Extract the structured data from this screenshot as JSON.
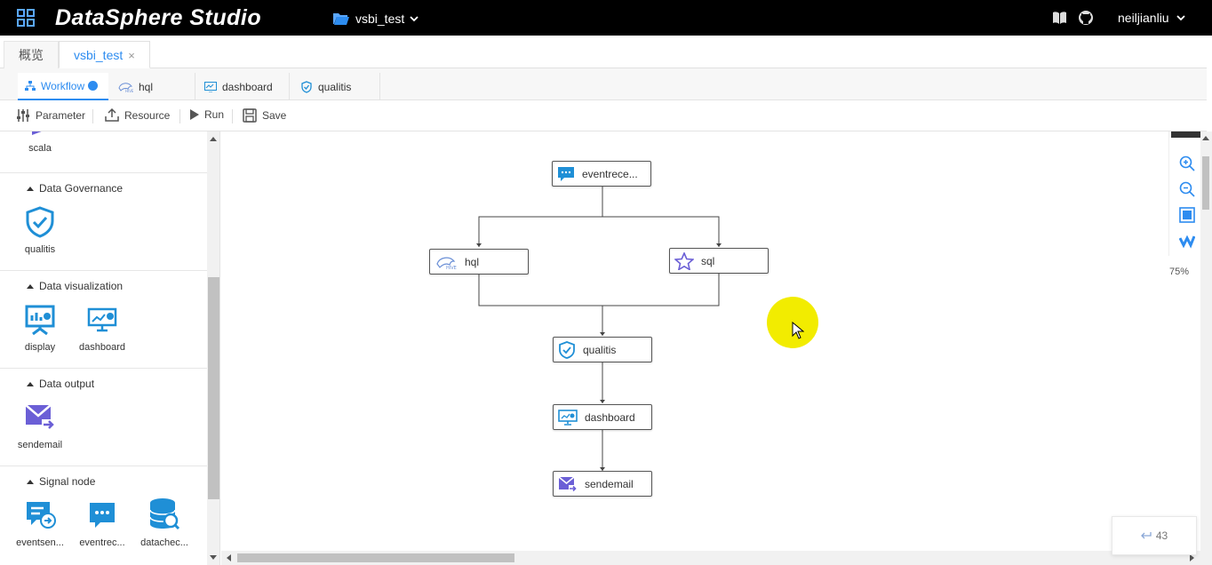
{
  "header": {
    "brand": "DataSphere Studio",
    "project": "vsbi_test",
    "user": "neiljianliu"
  },
  "project_tabs": [
    {
      "label": "概览"
    },
    {
      "label": "vsbi_test",
      "close": "×"
    }
  ],
  "node_tabs": [
    {
      "label": "Workflow",
      "icon": "workflow-icon",
      "active": true
    },
    {
      "label": "hql",
      "icon": "hive-icon"
    },
    {
      "label": "dashboard",
      "icon": "dashboard-icon"
    },
    {
      "label": "qualitis",
      "icon": "shield-check-icon"
    }
  ],
  "toolbar": {
    "parameter": "Parameter",
    "resource": "Resource",
    "run": "Run",
    "save": "Save"
  },
  "sidebar": {
    "top_item": "scala",
    "sections": [
      {
        "title": "Data Governance",
        "items": [
          "qualitis"
        ]
      },
      {
        "title": "Data visualization",
        "items": [
          "display",
          "dashboard"
        ]
      },
      {
        "title": "Data output",
        "items": [
          "sendemail"
        ]
      },
      {
        "title": "Signal node",
        "items": [
          "eventsen...",
          "eventrec...",
          "datachec..."
        ]
      }
    ]
  },
  "workflow": {
    "nodes": [
      {
        "label": "eventrece...",
        "icon": "message-icon"
      },
      {
        "label": "hql",
        "icon": "hive-icon"
      },
      {
        "label": "sql",
        "icon": "spark-icon"
      },
      {
        "label": "qualitis",
        "icon": "shield-check-icon"
      },
      {
        "label": "dashboard",
        "icon": "dashboard-icon"
      },
      {
        "label": "sendemail",
        "icon": "mail-icon"
      }
    ]
  },
  "zoom": {
    "level": "75%"
  },
  "badge": {
    "text": "43"
  },
  "colors": {
    "accent": "#2d8cf0",
    "topbar": "#000000",
    "icon_blue": "#1f8fd6",
    "icon_purple": "#6b5fd6"
  }
}
